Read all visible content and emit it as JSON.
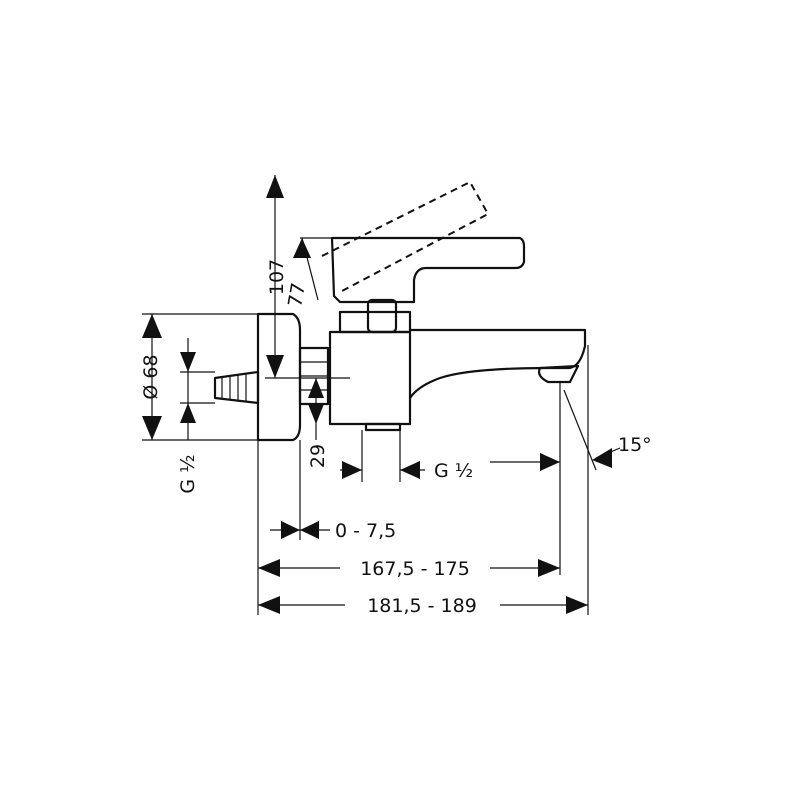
{
  "dimensions": {
    "height_107": "107",
    "height_77": "77",
    "diameter_68": "Ø 68",
    "thread_left": "G ½",
    "depth_29": "29",
    "thread_outlet": "G ½",
    "angle_15": "15°",
    "offset_range": "0 - 7,5",
    "length_inner": "167,5 - 175",
    "length_outer": "181,5 - 189"
  },
  "colors": {
    "line": "#111111",
    "background": "#ffffff"
  }
}
